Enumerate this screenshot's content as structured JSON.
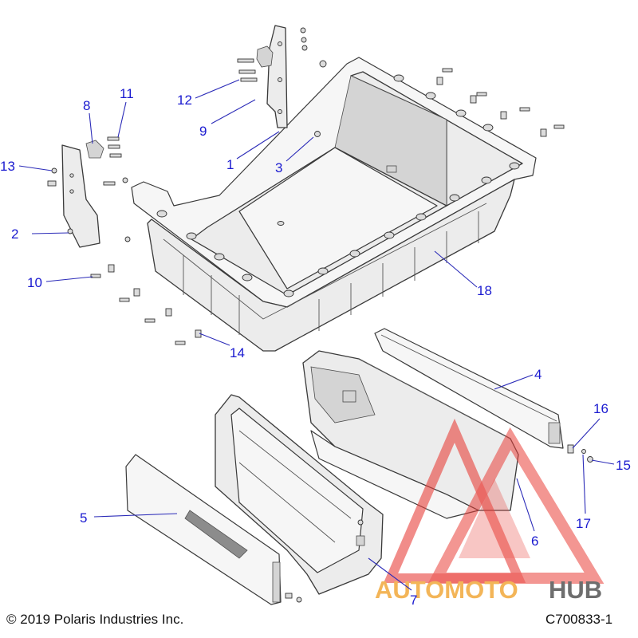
{
  "callouts": [
    {
      "id": "1",
      "label": "1"
    },
    {
      "id": "2",
      "label": "2"
    },
    {
      "id": "3",
      "label": "3"
    },
    {
      "id": "4",
      "label": "4"
    },
    {
      "id": "5",
      "label": "5"
    },
    {
      "id": "6",
      "label": "6"
    },
    {
      "id": "7",
      "label": "7"
    },
    {
      "id": "8",
      "label": "8"
    },
    {
      "id": "9",
      "label": "9"
    },
    {
      "id": "10",
      "label": "10"
    },
    {
      "id": "11",
      "label": "11"
    },
    {
      "id": "12",
      "label": "12"
    },
    {
      "id": "13",
      "label": "13"
    },
    {
      "id": "14",
      "label": "14"
    },
    {
      "id": "15",
      "label": "15"
    },
    {
      "id": "16",
      "label": "16"
    },
    {
      "id": "17",
      "label": "17"
    },
    {
      "id": "18",
      "label": "18"
    }
  ],
  "footer": {
    "copyright": "© 2019 Polaris Industries Inc.",
    "diagram_code": "C700833-1"
  },
  "watermark": {
    "brand_part1": "AUTOMOTO",
    "brand_part2": "HUB",
    "color_primary": "#e8403a",
    "color_secondary": "#f2a93b",
    "color_tertiary": "#555555"
  },
  "colors": {
    "callout": "#1a1ad0"
  }
}
